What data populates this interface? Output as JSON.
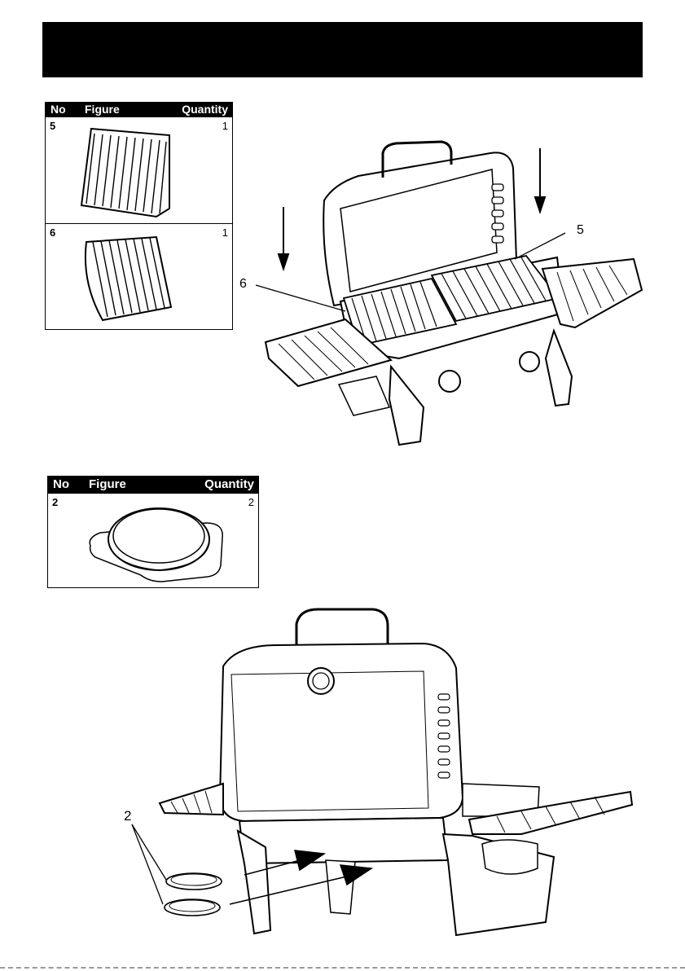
{
  "header": {
    "title": ""
  },
  "table_grates": {
    "headers": {
      "no": "No",
      "figure": "Figure",
      "quantity": "Quantity"
    },
    "rows": [
      {
        "no": "5",
        "quantity": "1"
      },
      {
        "no": "6",
        "quantity": "1"
      }
    ]
  },
  "table_cups": {
    "headers": {
      "no": "No",
      "figure": "Figure",
      "quantity": "Quantity"
    },
    "rows": [
      {
        "no": "2",
        "quantity": "2"
      }
    ]
  },
  "callouts": {
    "top_right": "5",
    "top_left": "6",
    "bottom": "2"
  }
}
